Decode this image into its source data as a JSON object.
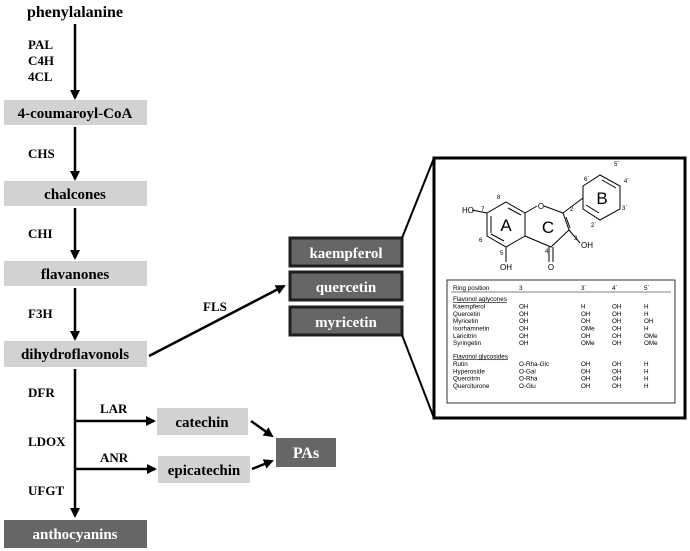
{
  "pathway": {
    "start": "phenylalanine",
    "enzymes_1": [
      "PAL",
      "C4H",
      "4CL"
    ],
    "coumaroyl": "4-coumaroyl-CoA",
    "chs": "CHS",
    "chalcones": "chalcones",
    "chi": "CHI",
    "flavanones": "flavanones",
    "f3h": "F3H",
    "dihydroflavonols": "dihydroflavonols",
    "fls": "FLS",
    "flavonols": [
      "kaempferol",
      "quercetin",
      "myricetin"
    ],
    "dfr": "DFR",
    "lar": "LAR",
    "catechin": "catechin",
    "ldox": "LDOX",
    "anr": "ANR",
    "epicatechin": "epicatechin",
    "pas": "PAs",
    "ufgt": "UFGT",
    "anthocyanins": "anthocyanins"
  },
  "structure": {
    "ring_labels": {
      "a": "A",
      "b": "B",
      "c": "C"
    },
    "substituents": {
      "ho7": "HO",
      "oh3": "OH",
      "oh5": "OH",
      "o1": "O",
      "o4": "O"
    },
    "positions": {
      "p2": "2",
      "p3": "3",
      "p4": "4",
      "p5": "5",
      "p6": "6",
      "p7": "7",
      "p8": "8",
      "p2p": "2´",
      "p3p": "3´",
      "p4p": "4´",
      "p5p": "5´",
      "p6p": "6´"
    }
  },
  "table": {
    "headers": [
      "Ring position",
      "3",
      "3´",
      "4´",
      "5´"
    ],
    "groups": [
      {
        "title": "Flavonol aglycones",
        "rows": [
          [
            "Kaempferol",
            "OH",
            "H",
            "OH",
            "H"
          ],
          [
            "Quercetin",
            "OH",
            "OH",
            "OH",
            "H"
          ],
          [
            "Myricetin",
            "OH",
            "OH",
            "OH",
            "OH"
          ],
          [
            "Isorhamnetin",
            "OH",
            "OMe",
            "OH",
            "H"
          ],
          [
            "Laricitrin",
            "OH",
            "OH",
            "OH",
            "OMe"
          ],
          [
            "Syringetin",
            "OH",
            "OMe",
            "OH",
            "OMe"
          ]
        ]
      },
      {
        "title": "Flavonol glycosides",
        "rows": [
          [
            "Rutin",
            "O-Rha-Glc",
            "OH",
            "OH",
            "H"
          ],
          [
            "Hyperoside",
            "O-Gal",
            "OH",
            "OH",
            "H"
          ],
          [
            "Quercitrin",
            "O-Rha",
            "OH",
            "OH",
            "H"
          ],
          [
            "Querciturone",
            "O-Glu",
            "OH",
            "OH",
            "H"
          ]
        ]
      }
    ]
  },
  "colors": {
    "box_light": "#d2d2d2",
    "box_dark": "#666666",
    "box_dark_border": "#1f1f1f",
    "line": "#000000"
  }
}
